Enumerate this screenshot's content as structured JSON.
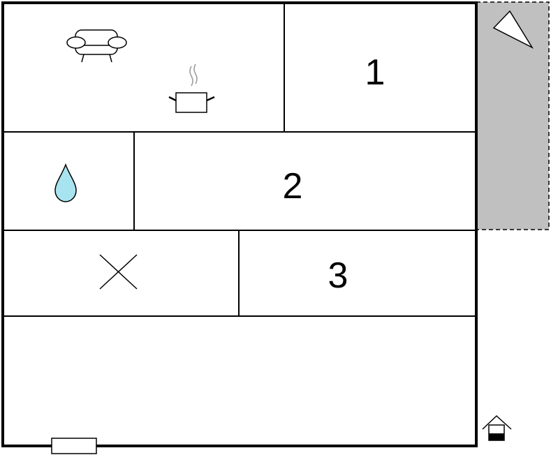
{
  "floorplan": {
    "rooms": [
      {
        "id": "living-kitchen",
        "label": ""
      },
      {
        "id": "bedroom-1",
        "label": "1"
      },
      {
        "id": "bathroom",
        "label": ""
      },
      {
        "id": "bedroom-2",
        "label": "2"
      },
      {
        "id": "hallway",
        "label": ""
      },
      {
        "id": "bedroom-3",
        "label": "3"
      },
      {
        "id": "bottom-room",
        "label": ""
      }
    ],
    "icons": [
      "sofa-icon",
      "cooking-pot-icon",
      "water-drop-icon",
      "cross-icon",
      "compass-icon",
      "entrance-house-icon",
      "door-icon"
    ],
    "colors": {
      "wall": "#000000",
      "terrace_fill": "#c0c0c0",
      "water_drop": "#a8e4f0",
      "steam": "#9a9a9a"
    }
  }
}
